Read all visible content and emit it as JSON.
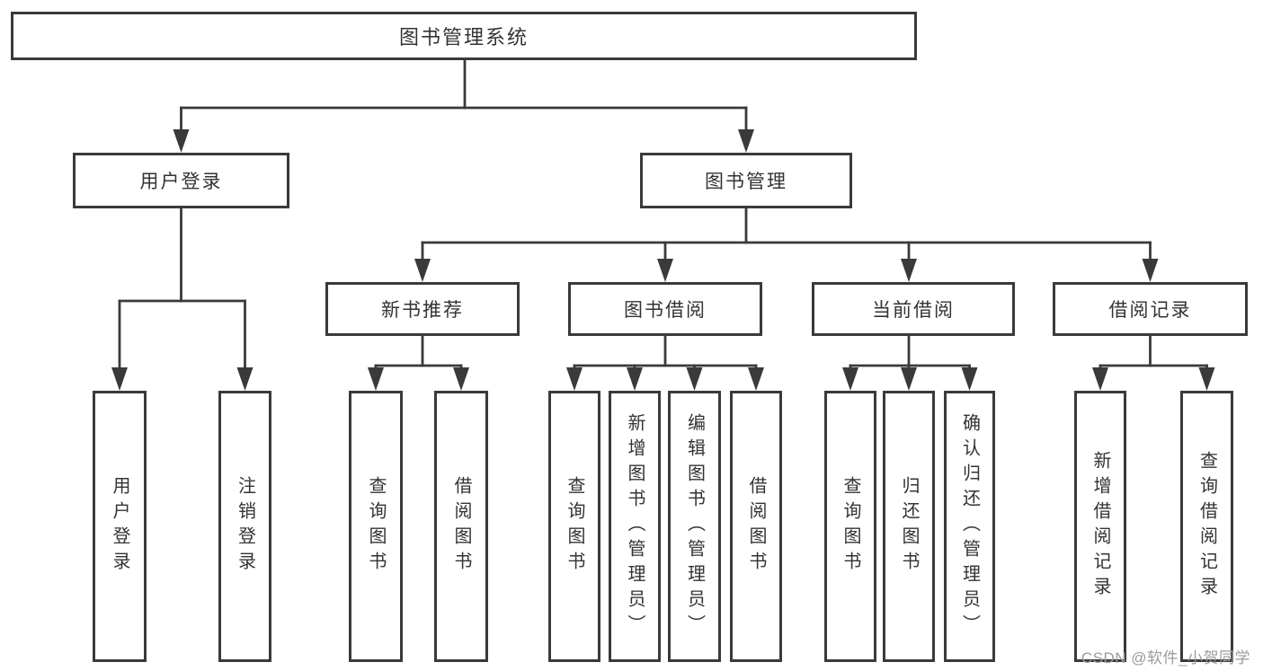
{
  "tree": {
    "label": "图书管理系统",
    "children": [
      {
        "label": "用户登录",
        "children": [
          {
            "label": "用户登录"
          },
          {
            "label": "注销登录"
          }
        ]
      },
      {
        "label": "图书管理",
        "children": [
          {
            "label": "新书推荐",
            "children": [
              {
                "label": "查询图书"
              },
              {
                "label": "借阅图书"
              }
            ]
          },
          {
            "label": "图书借阅",
            "children": [
              {
                "label": "查询图书"
              },
              {
                "label": "新增图书（管理员）"
              },
              {
                "label": "编辑图书（管理员）"
              },
              {
                "label": "借阅图书"
              }
            ]
          },
          {
            "label": "当前借阅",
            "children": [
              {
                "label": "查询图书"
              },
              {
                "label": "归还图书"
              },
              {
                "label": "确认归还（管理员）"
              }
            ]
          },
          {
            "label": "借阅记录",
            "children": [
              {
                "label": "新增借阅记录"
              },
              {
                "label": "查询借阅记录"
              }
            ]
          }
        ]
      }
    ]
  },
  "watermark": "CSDN @软件_小贺同学",
  "colors": {
    "line": "#3a3a3a",
    "box_border": "#3a3a3a",
    "text": "#333333",
    "watermark": "#9b9b9b",
    "background": "#ffffff"
  }
}
